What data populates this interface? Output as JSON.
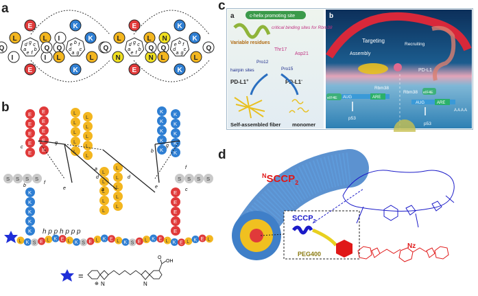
{
  "panels": {
    "a": "a",
    "b": "b",
    "c": "c",
    "d": "d"
  },
  "panel_a": {
    "wheel1": {
      "residues": [
        "E",
        "L",
        "I",
        "E",
        "I",
        "L",
        "Q",
        "Q"
      ],
      "positions": [
        "g",
        "c",
        "b",
        "f",
        "e",
        "a",
        "d"
      ]
    },
    "wheel2": {
      "residues": [
        "K",
        "I",
        "L",
        "K",
        "L",
        "K",
        "Q",
        "Q"
      ],
      "positions": [
        "b",
        "f",
        "c",
        "g",
        "a",
        "d",
        "e"
      ]
    },
    "wheel3": {
      "residues": [
        "E",
        "L",
        "N",
        "E",
        "N",
        "L",
        "Q",
        "Q"
      ],
      "positions": [
        "g",
        "c",
        "b",
        "f",
        "e",
        "a",
        "d"
      ]
    },
    "wheel4": {
      "residues": [
        "K",
        "N",
        "L",
        "K",
        "L",
        "K",
        "Q",
        "Q"
      ],
      "positions": [
        "b",
        "f",
        "c",
        "g",
        "a",
        "d",
        "e"
      ]
    }
  },
  "panel_b": {
    "s_left": [
      "S",
      "S",
      "S",
      "S"
    ],
    "s_right": [
      "S",
      "S",
      "S",
      "S"
    ],
    "col1": [
      "E",
      "E",
      "E",
      "E",
      "E"
    ],
    "col2": [
      "E",
      "E",
      "E",
      "E",
      "E"
    ],
    "col3": [
      "L",
      "L",
      "L",
      "L",
      "L"
    ],
    "col4": [
      "L",
      "L",
      "L",
      "L",
      "L"
    ],
    "col5": [
      "K",
      "K",
      "K",
      "K",
      "K"
    ],
    "col6": [
      "K",
      "K",
      "K",
      "K",
      "K"
    ],
    "col7": [
      "L",
      "L",
      "L",
      "L",
      "L"
    ],
    "col8": [
      "L",
      "L",
      "L",
      "L",
      "L"
    ],
    "col9": [
      "K",
      "K",
      "K",
      "K",
      "K"
    ],
    "col10": [
      "E",
      "E",
      "E",
      "E",
      "E"
    ],
    "heptad_labels": [
      "c",
      "g",
      "b",
      "e",
      "f",
      "a",
      "d",
      "a",
      "d",
      "e",
      "b",
      "f",
      "c",
      "g"
    ],
    "pattern": "h p p h p p p",
    "chain": [
      "L",
      "K",
      "S",
      "E",
      "L",
      "K",
      "E",
      "L",
      "K",
      "S",
      "E",
      "L",
      "K",
      "E",
      "L",
      "K",
      "S",
      "E",
      "L",
      "K",
      "E",
      "L",
      "K",
      "E",
      "L",
      "K",
      "E",
      "L"
    ],
    "equals": "=",
    "dye_n1": "N",
    "dye_n2": "N",
    "dye_plus": "⊕",
    "dye_cooh": "OH",
    "dye_o": "O"
  },
  "panel_c": {
    "sub_a": "a",
    "sub_b": "b",
    "c_helix": "c-helix promoting site",
    "binding": "critical binding sites for Rbm38",
    "variable": "Variable residues",
    "thr17": "Thr17",
    "asp21": "Asp21",
    "pro12": "Pro12",
    "pro15": "Pro15",
    "hairpin": "hairpin sites",
    "pdl1_pos": "PD-L1",
    "pdl1_pos_sup": "+",
    "pdl1_neg": "PD-L1",
    "pdl1_neg_sup": "-",
    "self_fiber": "Self-assembled fiber",
    "monomer": "monomer",
    "targeting": "Targeting",
    "recruiting": "Recruiting",
    "assembly": "Assembly",
    "pdl1_label": "PD-L1",
    "rbm38_left": "Rbm38",
    "rbm38_right": "Rbm38",
    "eif4e": "eIF4E",
    "eif4e2": "eIF4E",
    "aug": "AUG",
    "aug2": "AUG",
    "are": "ARE",
    "are2": "ARE",
    "p53": "p53",
    "p53_2": "p53",
    "tail": "A A A A"
  },
  "panel_d": {
    "nsccp2_sup": "N",
    "nsccp2": "SCCP",
    "nsccp2_sub": "2",
    "sccp2": "SCCP",
    "sccp2_sub": "2",
    "peg": "PEG400",
    "nz": "Nz"
  },
  "colors": {
    "E": "#e03a3a",
    "K": "#2f7fd3",
    "L": "#f3b61f",
    "S": "#c9c9c9",
    "N": "#f0e020",
    "blue_struct": "#1a1ac8",
    "red_struct": "#e01818"
  }
}
